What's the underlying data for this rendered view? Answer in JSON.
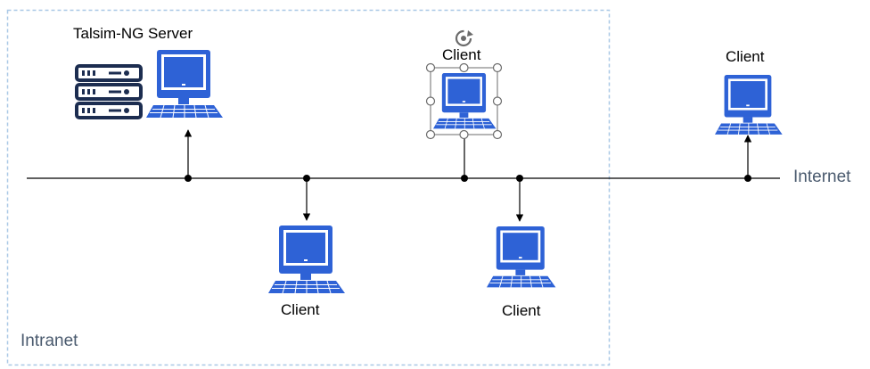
{
  "zones": {
    "intranet": {
      "label": "Intranet"
    },
    "internet": {
      "label": "Internet"
    }
  },
  "nodes": {
    "server": {
      "label": "Talsim-NG Server",
      "icons": [
        "server-rack-icon",
        "desktop-computer-icon"
      ]
    },
    "client_top_selected": {
      "label": "Client",
      "icon": "desktop-computer-icon",
      "selected": true
    },
    "client_bottom_left": {
      "label": "Client",
      "icon": "desktop-computer-icon"
    },
    "client_bottom_right": {
      "label": "Client",
      "icon": "desktop-computer-icon"
    },
    "client_internet": {
      "label": "Client",
      "icon": "desktop-computer-icon"
    }
  },
  "colors": {
    "computer_blue": "#2e62d6",
    "server_navy": "#1c2d50",
    "network_line": "#000000",
    "zone_border": "#a9c8e6",
    "zone_text": "#4a5a6e",
    "selection_handle": "#6b6b6b"
  }
}
